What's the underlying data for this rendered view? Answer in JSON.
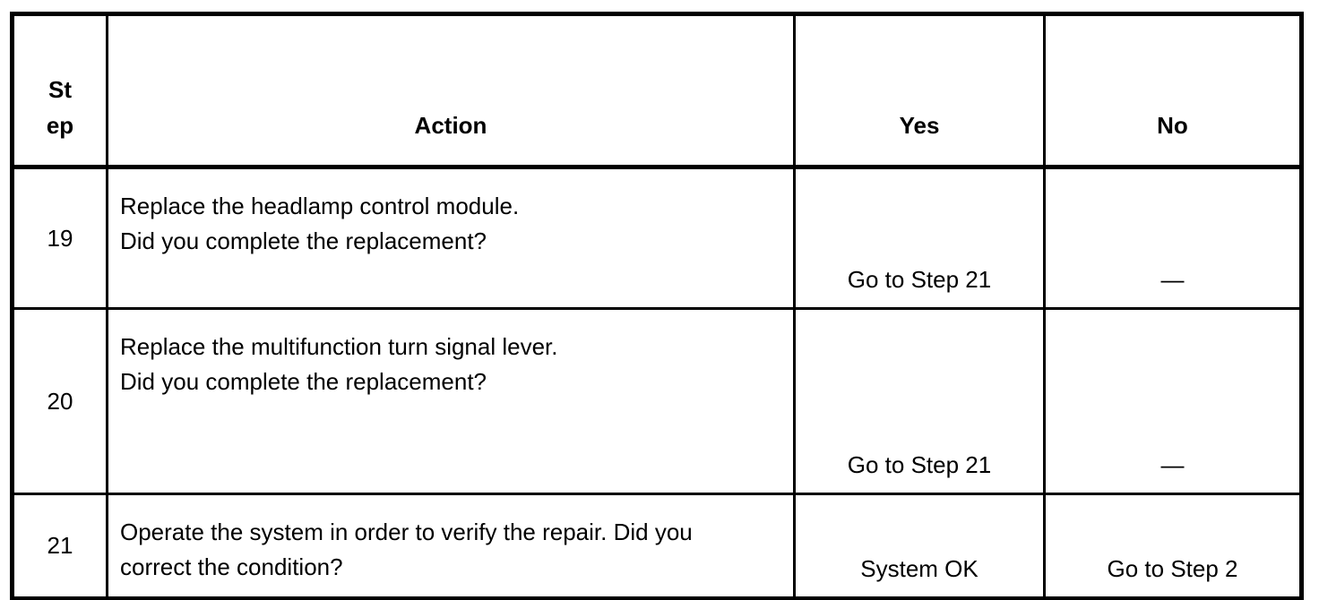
{
  "colors": {
    "border": "#000000",
    "text": "#000000",
    "background": "#ffffff"
  },
  "table": {
    "headers": {
      "step": "St\nep",
      "action": "Action",
      "yes": "Yes",
      "no": "No"
    },
    "rows": [
      {
        "step": "19",
        "action": "Replace the headlamp control module.\nDid you complete the replacement?",
        "yes": "Go to Step 21",
        "no": "—"
      },
      {
        "step": "20",
        "action": "Replace the multifunction turn signal lever.\nDid you complete the replacement?",
        "yes": "Go to Step 21",
        "no": "—"
      },
      {
        "step": "21",
        "action": "Operate the system in order to verify the repair. Did you\ncorrect the condition?",
        "yes": "System OK",
        "no": "Go to Step 2"
      }
    ]
  }
}
